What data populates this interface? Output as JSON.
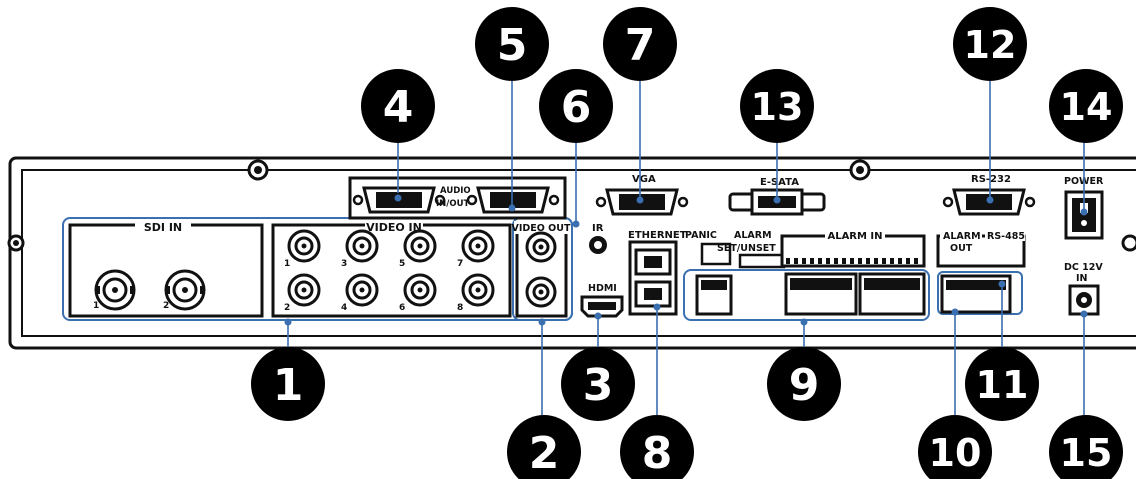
{
  "labels": {
    "sdi_in": "SDI IN",
    "sdi_1": "1",
    "sdi_2": "2",
    "video_in": "VIDEO IN",
    "vin_1": "1",
    "vin_2": "2",
    "vin_3": "3",
    "vin_4": "4",
    "vin_5": "5",
    "vin_6": "6",
    "vin_7": "7",
    "vin_8": "8",
    "video_out": "VIDEO OUT",
    "audio": "AUDIO",
    "in_out": "IN/OUT",
    "ir": "IR",
    "hdmi": "HDMI",
    "vga": "VGA",
    "ethernet": "ETHERNET",
    "panic": "PANIC",
    "alarm_set": "ALARM",
    "set_unset": "SET/UNSET",
    "alarm_in": "ALARM IN",
    "esata": "E-SATA",
    "rs232": "RS-232",
    "alarm_out_1": "ALARM",
    "alarm_out_2": "OUT",
    "rs485": "RS-485",
    "power": "POWER",
    "dc_1": "DC 12V",
    "dc_2": "IN"
  },
  "callouts": [
    "1",
    "2",
    "3",
    "4",
    "5",
    "6",
    "7",
    "8",
    "9",
    "10",
    "11",
    "12",
    "13",
    "14",
    "15"
  ],
  "colors": {
    "panel": "#ffffff",
    "outline": "#111111",
    "callout": "#000000",
    "leader": "#3a6fb0"
  }
}
